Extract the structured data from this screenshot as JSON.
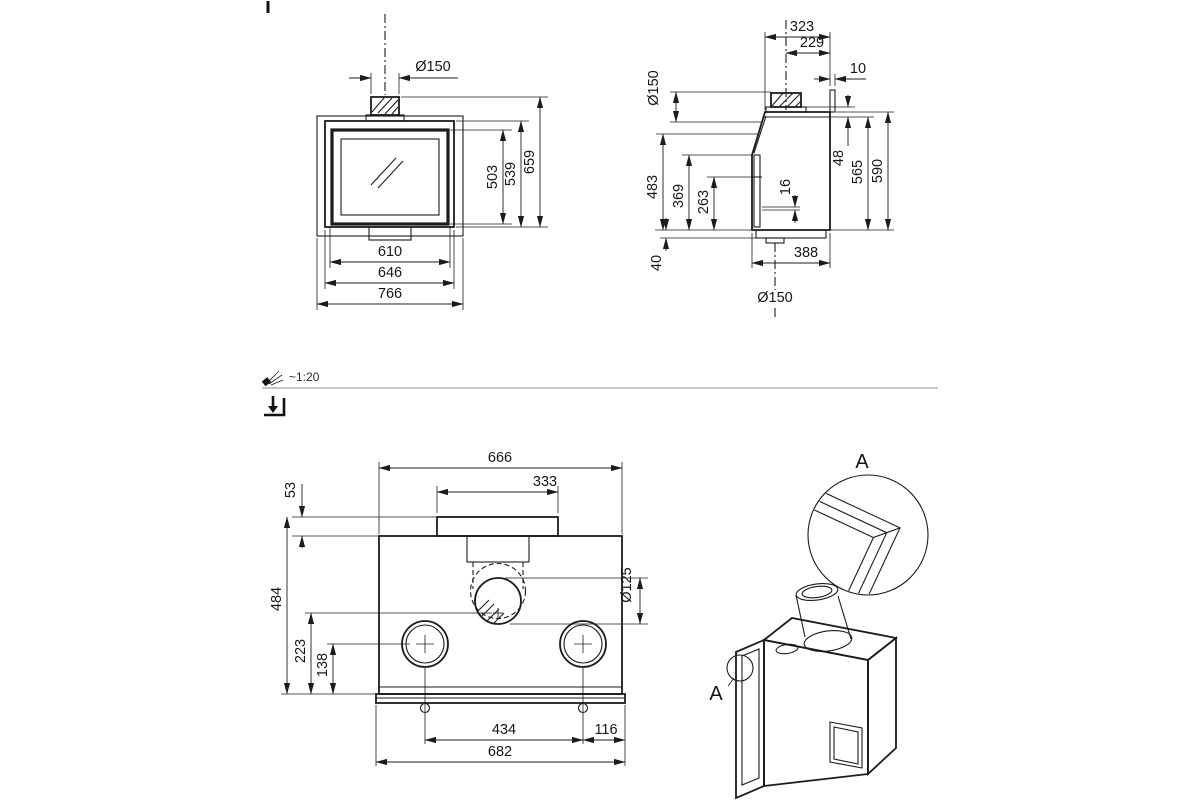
{
  "ink": "#1c1c1c",
  "sheet": {
    "scale_label": "~1:20"
  },
  "front_view": {
    "flue_dia": "Ø150",
    "dim_503": "503",
    "dim_539": "539",
    "dim_659": "659",
    "dim_610": "610",
    "dim_646": "646",
    "dim_766": "766"
  },
  "side_view": {
    "dim_323": "323",
    "dim_229": "229",
    "flue_dia": "Ø150",
    "dim_10": "10",
    "dim_48": "48",
    "dim_565": "565",
    "dim_590": "590",
    "dim_483": "483",
    "dim_369": "369",
    "dim_263": "263",
    "dim_16": "16",
    "dim_40": "40",
    "dim_388": "388",
    "outlet_dia": "Ø150"
  },
  "plan_view": {
    "dim_666": "666",
    "dim_333": "333",
    "dim_53": "53",
    "outlet_dia": "Ø125",
    "dim_484": "484",
    "dim_223": "223",
    "dim_138": "138",
    "dim_434": "434",
    "dim_116": "116",
    "dim_682": "682"
  },
  "detail_view": {
    "label": "A"
  },
  "iso_view": {
    "callout_label": "A"
  }
}
